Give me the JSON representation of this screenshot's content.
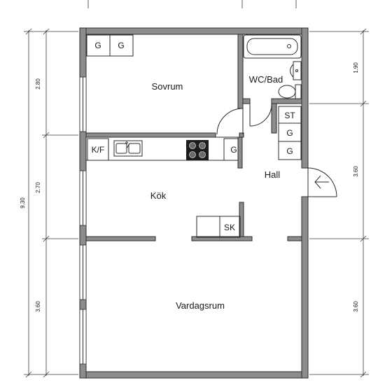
{
  "rooms": {
    "sovrum": "Sovrum",
    "wc_bad": "WC/Bad",
    "kok": "Kök",
    "hall": "Hall",
    "vardagsrum": "Vardagsrum"
  },
  "fixtures": {
    "wardrobe": "G",
    "storage": "ST",
    "fridge_freezer": "K/F",
    "cleaning_cabinet": "SK"
  },
  "dimensions": {
    "total_height": "9.30",
    "left_upper": "2.80",
    "left_middle": "2.70",
    "left_lower": "3.60",
    "right_upper": "1.90",
    "right_middle": "3.60",
    "right_lower": "3.60"
  }
}
